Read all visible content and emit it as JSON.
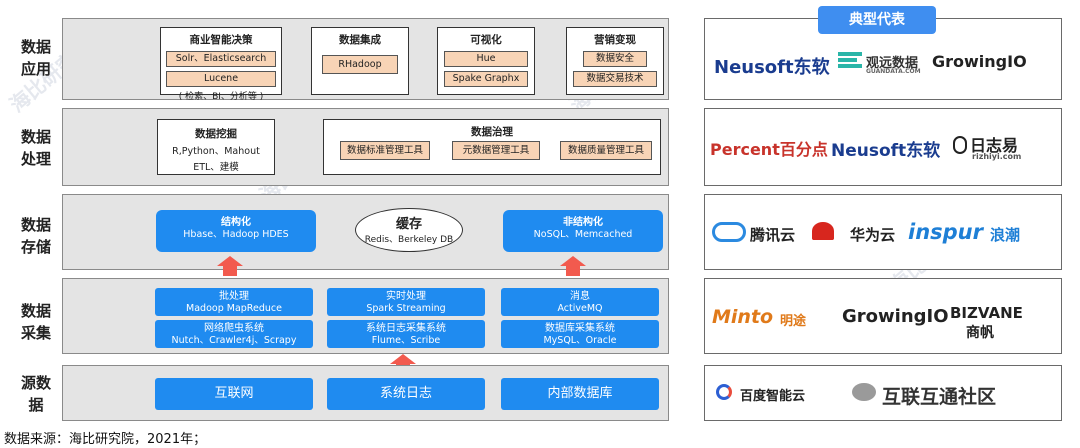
{
  "layers": [
    {
      "label_l1": "数据",
      "label_l2": "应用"
    },
    {
      "label_l1": "数据",
      "label_l2": "处理"
    },
    {
      "label_l1": "数据",
      "label_l2": "存储"
    },
    {
      "label_l1": "数据",
      "label_l2": "采集"
    },
    {
      "label_l1": "源数",
      "label_l2": "据"
    }
  ],
  "application": {
    "bi": {
      "title": "商业智能决策",
      "tags": [
        "Solr、Elasticsearch",
        "Lucene"
      ],
      "note": "( 检索、BI、分析等 )"
    },
    "integration": {
      "title": "数据集成",
      "tags": [
        "RHadoop"
      ]
    },
    "visualization": {
      "title": "可视化",
      "tags": [
        "Hue",
        "Spake Graphx"
      ]
    },
    "monetization": {
      "title": "营销变现",
      "tags": [
        "数据安全",
        "数据交易技术"
      ]
    }
  },
  "processing": {
    "mining": {
      "title": "数据挖掘",
      "line1": "R,Python、Mahout",
      "line2": "ETL、建模"
    },
    "governance": {
      "title": "数据治理",
      "tags": [
        "数据标准管理工具",
        "元数据管理工具",
        "数据质量管理工具"
      ]
    }
  },
  "storage": {
    "structured": {
      "title": "结构化",
      "sub": "Hbase、Hadoop HDES"
    },
    "cache": {
      "title": "缓存",
      "sub": "Redis、Berkeley DB"
    },
    "unstructured": {
      "title": "非结构化",
      "sub": "NoSQL、Memcached"
    }
  },
  "collection": [
    {
      "title": "批处理",
      "sub": "Madoop MapReduce"
    },
    {
      "title": "实时处理",
      "sub": "Spark Streaming"
    },
    {
      "title": "消息",
      "sub": "ActiveMQ"
    },
    {
      "title": "网络爬虫系统",
      "sub": "Nutch、Crawler4j、Scrapy"
    },
    {
      "title": "系统日志采集系统",
      "sub": "Flume、Scribe"
    },
    {
      "title": "数据库采集系统",
      "sub": "MySQL、Oracle"
    }
  ],
  "sources": [
    "互联网",
    "系统日志",
    "内部数据库"
  ],
  "representatives": {
    "title": "典型代表",
    "row1": [
      "Neusoft东软",
      "观远数据",
      "GUANDATA.COM",
      "GrowingIO"
    ],
    "row2": [
      "Percent百分点",
      "Neusoft东软",
      "日志易",
      "rizhiyi.com"
    ],
    "row3": [
      "腾讯云",
      "华为云",
      "inspur",
      "浪潮"
    ],
    "row4": [
      "Minto",
      "明途",
      "GrowingIO",
      "BIZVANE",
      "商帆"
    ],
    "row5": [
      "百度智能云",
      "互联互通社区"
    ]
  },
  "footer": "数据来源：海比研究院，2021年；",
  "watermark": "海比研究院",
  "colors": {
    "accent": "#1f8bf0",
    "tag_fill": "#f8d4b6",
    "arrow": "#f25a4e",
    "layer_bg": "#e4e4e4",
    "title_badge": "#3f8ef0"
  }
}
